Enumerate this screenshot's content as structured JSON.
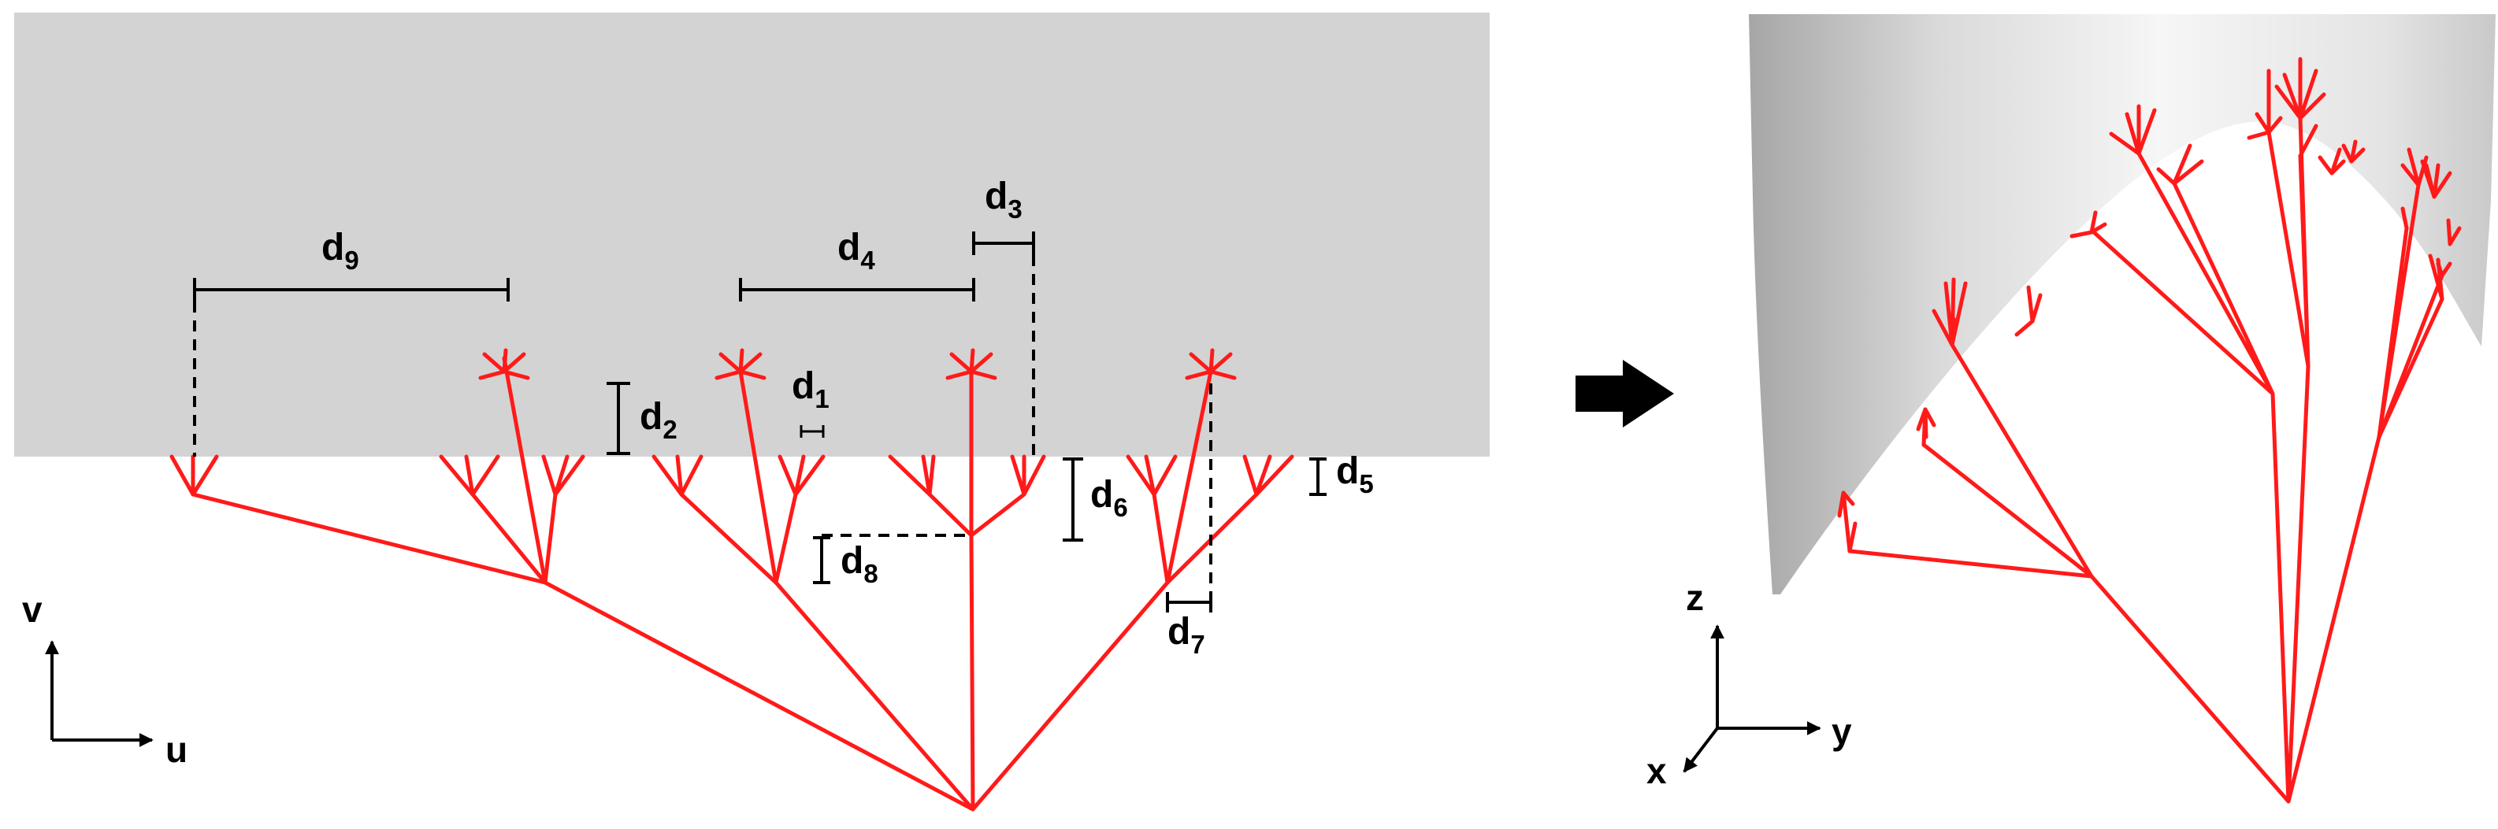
{
  "labels": {
    "d1": {
      "main": "d",
      "sub": "1"
    },
    "d2": {
      "main": "d",
      "sub": "2"
    },
    "d3": {
      "main": "d",
      "sub": "3"
    },
    "d4": {
      "main": "d",
      "sub": "4"
    },
    "d5": {
      "main": "d",
      "sub": "5"
    },
    "d6": {
      "main": "d",
      "sub": "6"
    },
    "d7": {
      "main": "d",
      "sub": "7"
    },
    "d8": {
      "main": "d",
      "sub": "8"
    },
    "d9": {
      "main": "d",
      "sub": "9"
    }
  },
  "axes2d": {
    "v": "v",
    "u": "u"
  },
  "axes3d": {
    "z": "z",
    "y": "y",
    "x": "x"
  },
  "colors": {
    "tree": "#ff1a1a",
    "plane": "#d3d3d3",
    "dims": "#000000",
    "surface_dark": "#a6a6a6",
    "surface_light": "#f4f4f4"
  }
}
